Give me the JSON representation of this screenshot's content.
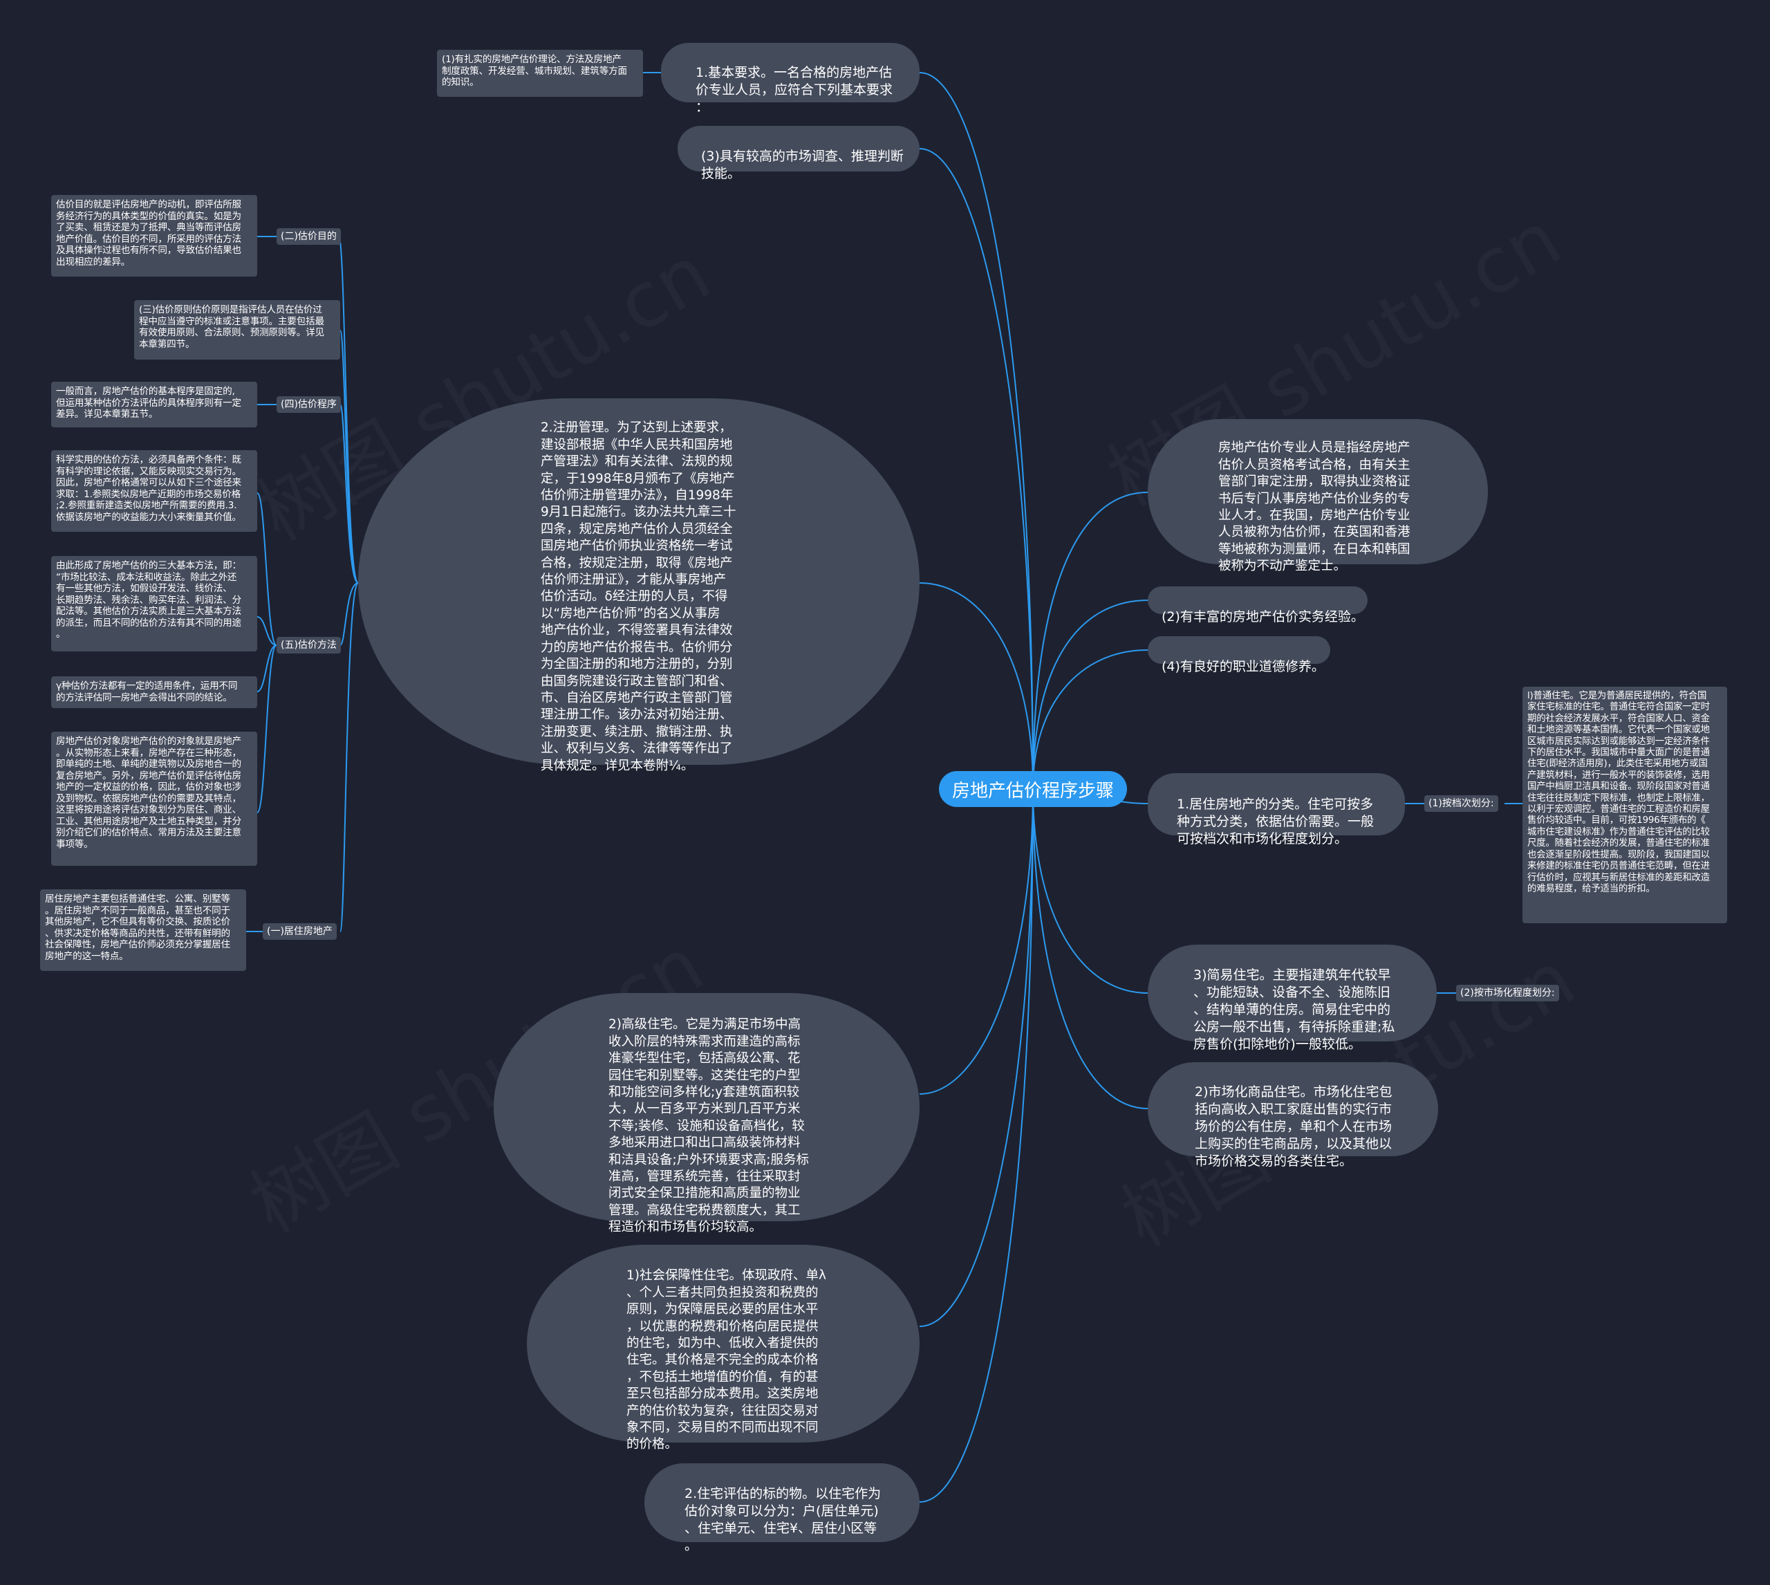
{
  "watermark": "树图 shutu.cn",
  "colors": {
    "background": "#1e2230",
    "node": "#444b5b",
    "root": "#2c9af0",
    "link": "#2c9af0"
  },
  "root": {
    "label": "房地产估价程序步骤"
  },
  "right": {
    "basic_req": "1.基本要求。一名合格的房地产估\n价专业人员，应符合下列基本要求\n：",
    "basic_req_item1": "(1)有扎实的房地产估价理论、方法及房地产\n制度政策、开发经营、城市规划、建筑等方面\n的知识。",
    "skill3": "(3)具有较高的市场调查、推理判断\n技能。",
    "definition": "房地产估价专业人员是指经房地产\n估价人员资格考试合格，由有关主\n管部门审定注册，取得执业资格证\n书后专门从事房地产估价业务的专\n业人才。在我国，房地产估价专业\n人员被称为估价师，在英国和香港\n等地被称为测量师，在日本和韩国\n被称为不动产鉴定士。",
    "exp2": "(2)有丰富的房地产估价实务经验。",
    "ethic4": "(4)有良好的职业道德修养。",
    "residential_class": "1.居住房地产的分类。住宅可按多\n种方式分类，依据估价需要。一般\n可按档次和市场化程度划分。",
    "by_grade_label": "(1)按档次划分:",
    "ordinary_housing": "l)普通住宅。它是为普通居民提供的，符合国\n家住宅标准的住宅。普通住宅符合国家一定时\n期的社会经济发展水平，符合国家人口、资金\n和土地资源等基本国情。它代表一个国家或地\n区城市居民实际达到或能够达到一定经济条件\n下的居住水平。我国城市中量大面广的是普通\n住宅(即经济适用房)，此类住宅采用地方或国\n产建筑材料，进行一般水平的装饰装修，选用\n国产中档厨卫洁具和设备。现阶段国家对普通\n住宅往往既制定下限标准，也制定上限标准，\n以利于宏观调控。普通住宅的工程造价和房屋\n售价均较适中。目前，可按1996年颁布的《\n城市住宅建设标准》作为普通住宅评估的比较\n尺度。随着社会经济的发展，普通住宅的标准\n也会逐渐呈阶段性提高。现阶段，我国建国以\n来修建的标准住宅仍员普通住宅范畴，但在进\n行估价时，应视其与新居住标准的差距和改造\n的难易程度，给予适当的折扣。",
    "simple_housing": "3)简易住宅。主要指建筑年代较早\n、功能短缺、设备不全、设施陈旧\n、结构单薄的住房。简易住宅中的\n公房一般不出售，有待拆除重建;私\n房售价(扣除地价)一般较低。",
    "by_market_label": "(2)按市场化程度划分:",
    "market_housing": "2)市场化商品住宅。市场化住宅包\n括向高收入职工家庭出售的实行市\n场价的公有住房，单和个人在市场\n上购买的住宅商品房，以及其他以\n市场价格交易的各类住宅。"
  },
  "left": {
    "registration": "2.注册管理。为了达到上述要求，\n建设部根据《中华人民共和国房地\n产管理法》和有关法律、法规的规\n定，于1998年8月颁布了《房地产\n估价师注册管理办法》，自1998年\n9月1日起施行。该办法共九章三十\n四条，规定房地产估价人员须经全\n国房地产估价师执业资格统一考试\n合格，按规定注册，取得《房地产\n估价师注册证》，才能从事房地产\n估价活动。δ经注册的人员，不得\n以“房地产估价师”的名义从事房\n地产估价业，不得签署具有法律效\n力的房地产估价报告书。估价师分\n为全国注册的和地方注册的，分别\n由国务院建设行政主管部门和省、\n市、自治区房地产行政主管部门管\n理注册工作。该办法对初始注册、\n注册变更、续注册、撤销注册、执\n业、权利与义务、法律等等作出了\n具体规定。详见本卷附¼。",
    "purpose_label": "(二)估价目的",
    "purpose_text": "估价目的就是评估房地产的动机，即评估所服\n务经济行为的具体类型的价值的真实。如是为\n了买卖、租赁还是为了抵押、典当等而评估房\n地产价值。估价目的不同，所采用的评估方法\n及具体操作过程也有所不同，导致估价结果也\n出现相应的差异。",
    "principle_text": "(三)估价原则估价原则是指评估人员在估价过\n程中应当遵守的标准或注意事项。主要包括最\n有效使用原则、合法原则、预测原则等。详见\n本章第四节。",
    "procedure_label": "(四)估价程序",
    "procedure_text": "一般而言，房地产估价的基本程序是固定的,\n但运用某种估价方法评估的具体程序则有一定\n差异。详见本章第五节。",
    "method_label": "(五)估价方法",
    "method_text1": "科学实用的估价方法，必须具备两个条件：既\n有科学的理论依据，又能反映现实交易行为。\n因此，房地产价格通常可以从如下三个途径来\n求取：1.参照类似房地产近期的市场交易价格\n;2.参照重新建造类似房地产所需要的费用.3.\n依据该房地产的收益能力大小来衡量其价值。",
    "method_text2": "由此形成了房地产估价的三大基本方法，即：\n“市场比较法、成本法和收益法。除此之外还\n有一些其他方法，如假设开发法、线价法、\n长期趋势法、残余法、购买年法、利润法、分\n配法等。其他估价方法实质上是三大基本方法\n的派生，而且不同的估价方法有其不同的用途\n。",
    "method_text3": "γ种估价方法都有一定的适用条件，运用不同\n的方法评估同一房地产会得出不同的结论。",
    "method_text4": "房地产估价对象房地产估价的对象就是房地产\n。从实物形态上来看，房地产存在三种形态，\n即单纯的土地、单纯的建筑物以及房地合一的\n复合房地产。另外，房地产估价是评估待估房\n地产的一定权益的价格，因此，估价对象也涉\n及到物权。依据房地产估价的需要及其特点，\n这里将按用途将评估对象划分为居住、商业、\n工业、其他用途房地产及土地五种类型，并分\n别介绍它们的估价特点、常用方法及主要注意\n事项等。",
    "residential_label": "(一)居住房地产",
    "residential_text": "居住房地产主要包括普通住宅、公寓、别墅等\n。居住房地产不同于一般商品，甚至也不同于\n其他房地产，它不但具有等价交换、按质论价\n、供求决定价格等商品的共性，还带有鲜明的\n社会保障性，房地产估价师必须充分掌握居住\n房地产的这一特点。",
    "luxury_housing": "2)高级住宅。它是为满足市场中高\n收入阶层的特殊需求而建造的高标\n准豪华型住宅，包括高级公寓、花\n园住宅和别墅等。这类住宅的户型\n和功能空间多样化;y套建筑面积较\n大，从一百多平方米到几百平方米\n不等;装修、设施和设备高档化，较\n多地采用进口和出口高级装饰材料\n和洁具设备;户外环境要求高;服务标\n准高，管理系统完善，往往采取封\n闭式安全保卫措施和高质量的物业\n管理。高级住宅税费额度大，其工\n程造价和市场售价均较高。",
    "social_housing": "1)社会保障性住宅。体现政府、单λ\n、个人三者共同负担投资和税费的\n原则，为保障居民必要的居住水平\n，以优惠的税费和价格向居民提供\n的住宅，如为中、低收入者提供的\n住宅。其价格是不完全的成本价格\n，不包括土地增值的价值，有的甚\n至只包括部分成本费用。这类房地\n产的估价较为复杂，往往因交易对\n象不同，交易目的不同而出现不同\n的价格。",
    "target": "2.住宅评估的标的物。以住宅作为\n估价对象可以分为：户(居住单元)\n、住宅单元、住宅¥、居住小区等\n。"
  }
}
